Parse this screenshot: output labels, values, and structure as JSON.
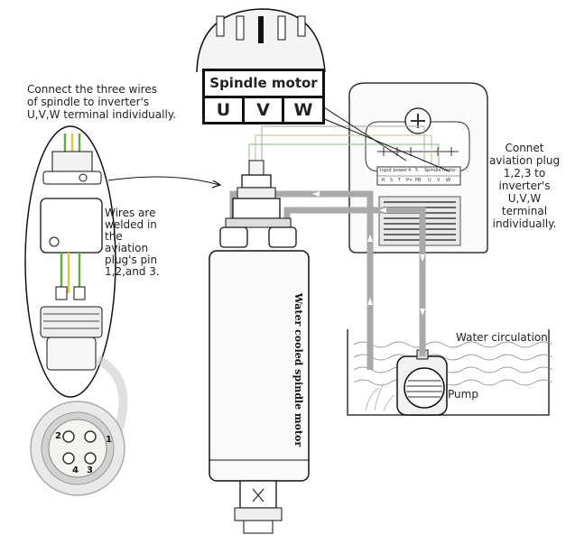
{
  "left_note": "Connect the three wires\nof spindle to inverter's\nU,V,W terminal individually.",
  "right_note": "Connet\naviation plug\n1,2,3 to\ninverter's\nU,V,W\nterminal\nindividually.",
  "wires_note": "Wires are\nwelded in\nthe\naviation\nplug's pin\n1,2,and 3.",
  "terminal_box": {
    "title": "Spindle motor",
    "cells": [
      "U",
      "V",
      "W"
    ]
  },
  "spindle_label": "Water cooled spindle motor",
  "water_label": "Water circulation",
  "pump_label": "Pump",
  "plug_pins": [
    "1",
    "2",
    "3",
    "4"
  ],
  "inverter_labels": [
    "Input power",
    "4",
    "5",
    "Spindle motor",
    "R",
    "S",
    "T",
    "P+",
    "PB",
    "U",
    "V",
    "W"
  ],
  "colors": {
    "wire_green": "#6aa84f",
    "wire_yellow": "#d9c94a",
    "pipe": "#a9a9a9",
    "outline": "#111111"
  }
}
